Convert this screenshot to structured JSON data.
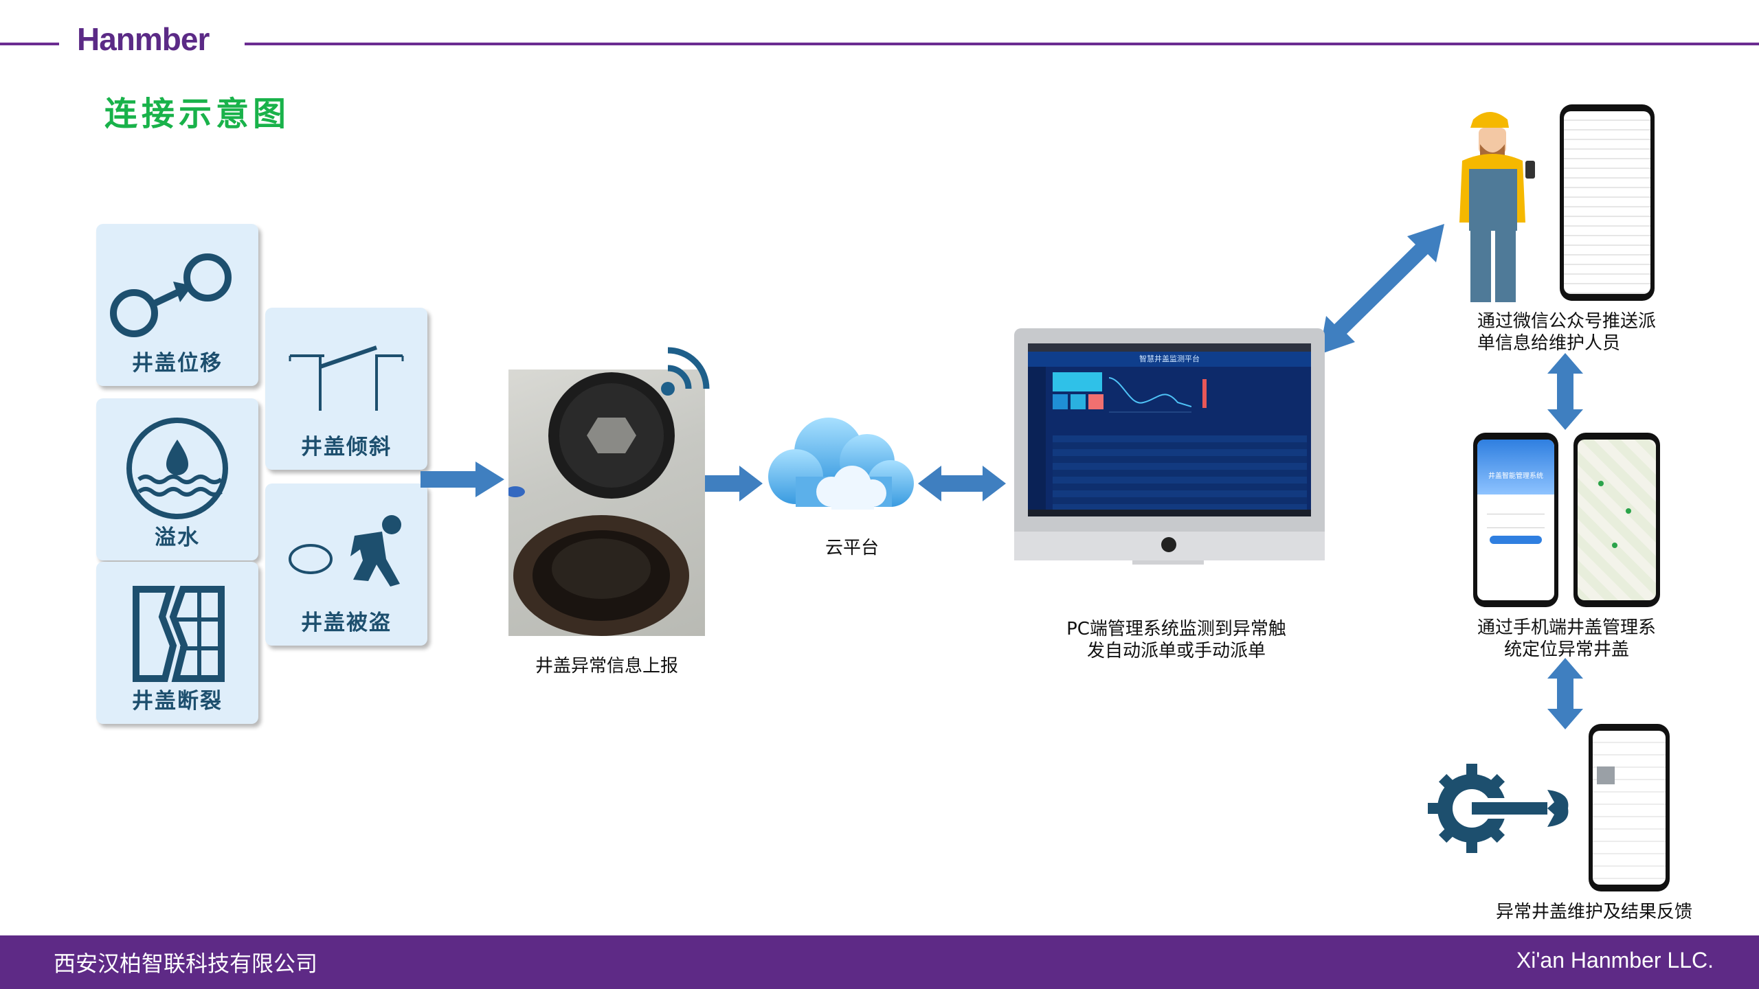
{
  "header": {
    "brand": "Hanmber",
    "title": "连接示意图"
  },
  "tiles": {
    "displacement": "井盖位移",
    "tilt": "井盖倾斜",
    "overflow": "溢水",
    "theft": "井盖被盗",
    "fracture": "井盖断裂"
  },
  "captions": {
    "report": "井盖异常信息上报",
    "cloud": "云平台",
    "pc_line1": "PC端管理系统监测到异常触",
    "pc_line2": "发自动派单或手动派单",
    "wechat_line1": "通过微信公众号推送派",
    "wechat_line2": "单信息给维护人员",
    "mobile_line1": "通过手机端井盖管理系",
    "mobile_line2": "统定位异常井盖",
    "feedback": "异常井盖维护及结果反馈"
  },
  "screen": {
    "platform_title": "智慧井盖监测平台",
    "login_title": "井盖智能管理系统"
  },
  "footer": {
    "company": "西安汉柏智联科技有限公司",
    "company_en": "Xi'an Hanmber LLC."
  },
  "colors": {
    "brand_purple": "#5e2a86",
    "title_green": "#19b24a",
    "icon_blue": "#1d4f6e",
    "tile_bg": "#dfeefa",
    "arrow_blue": "#3f7fc0"
  }
}
